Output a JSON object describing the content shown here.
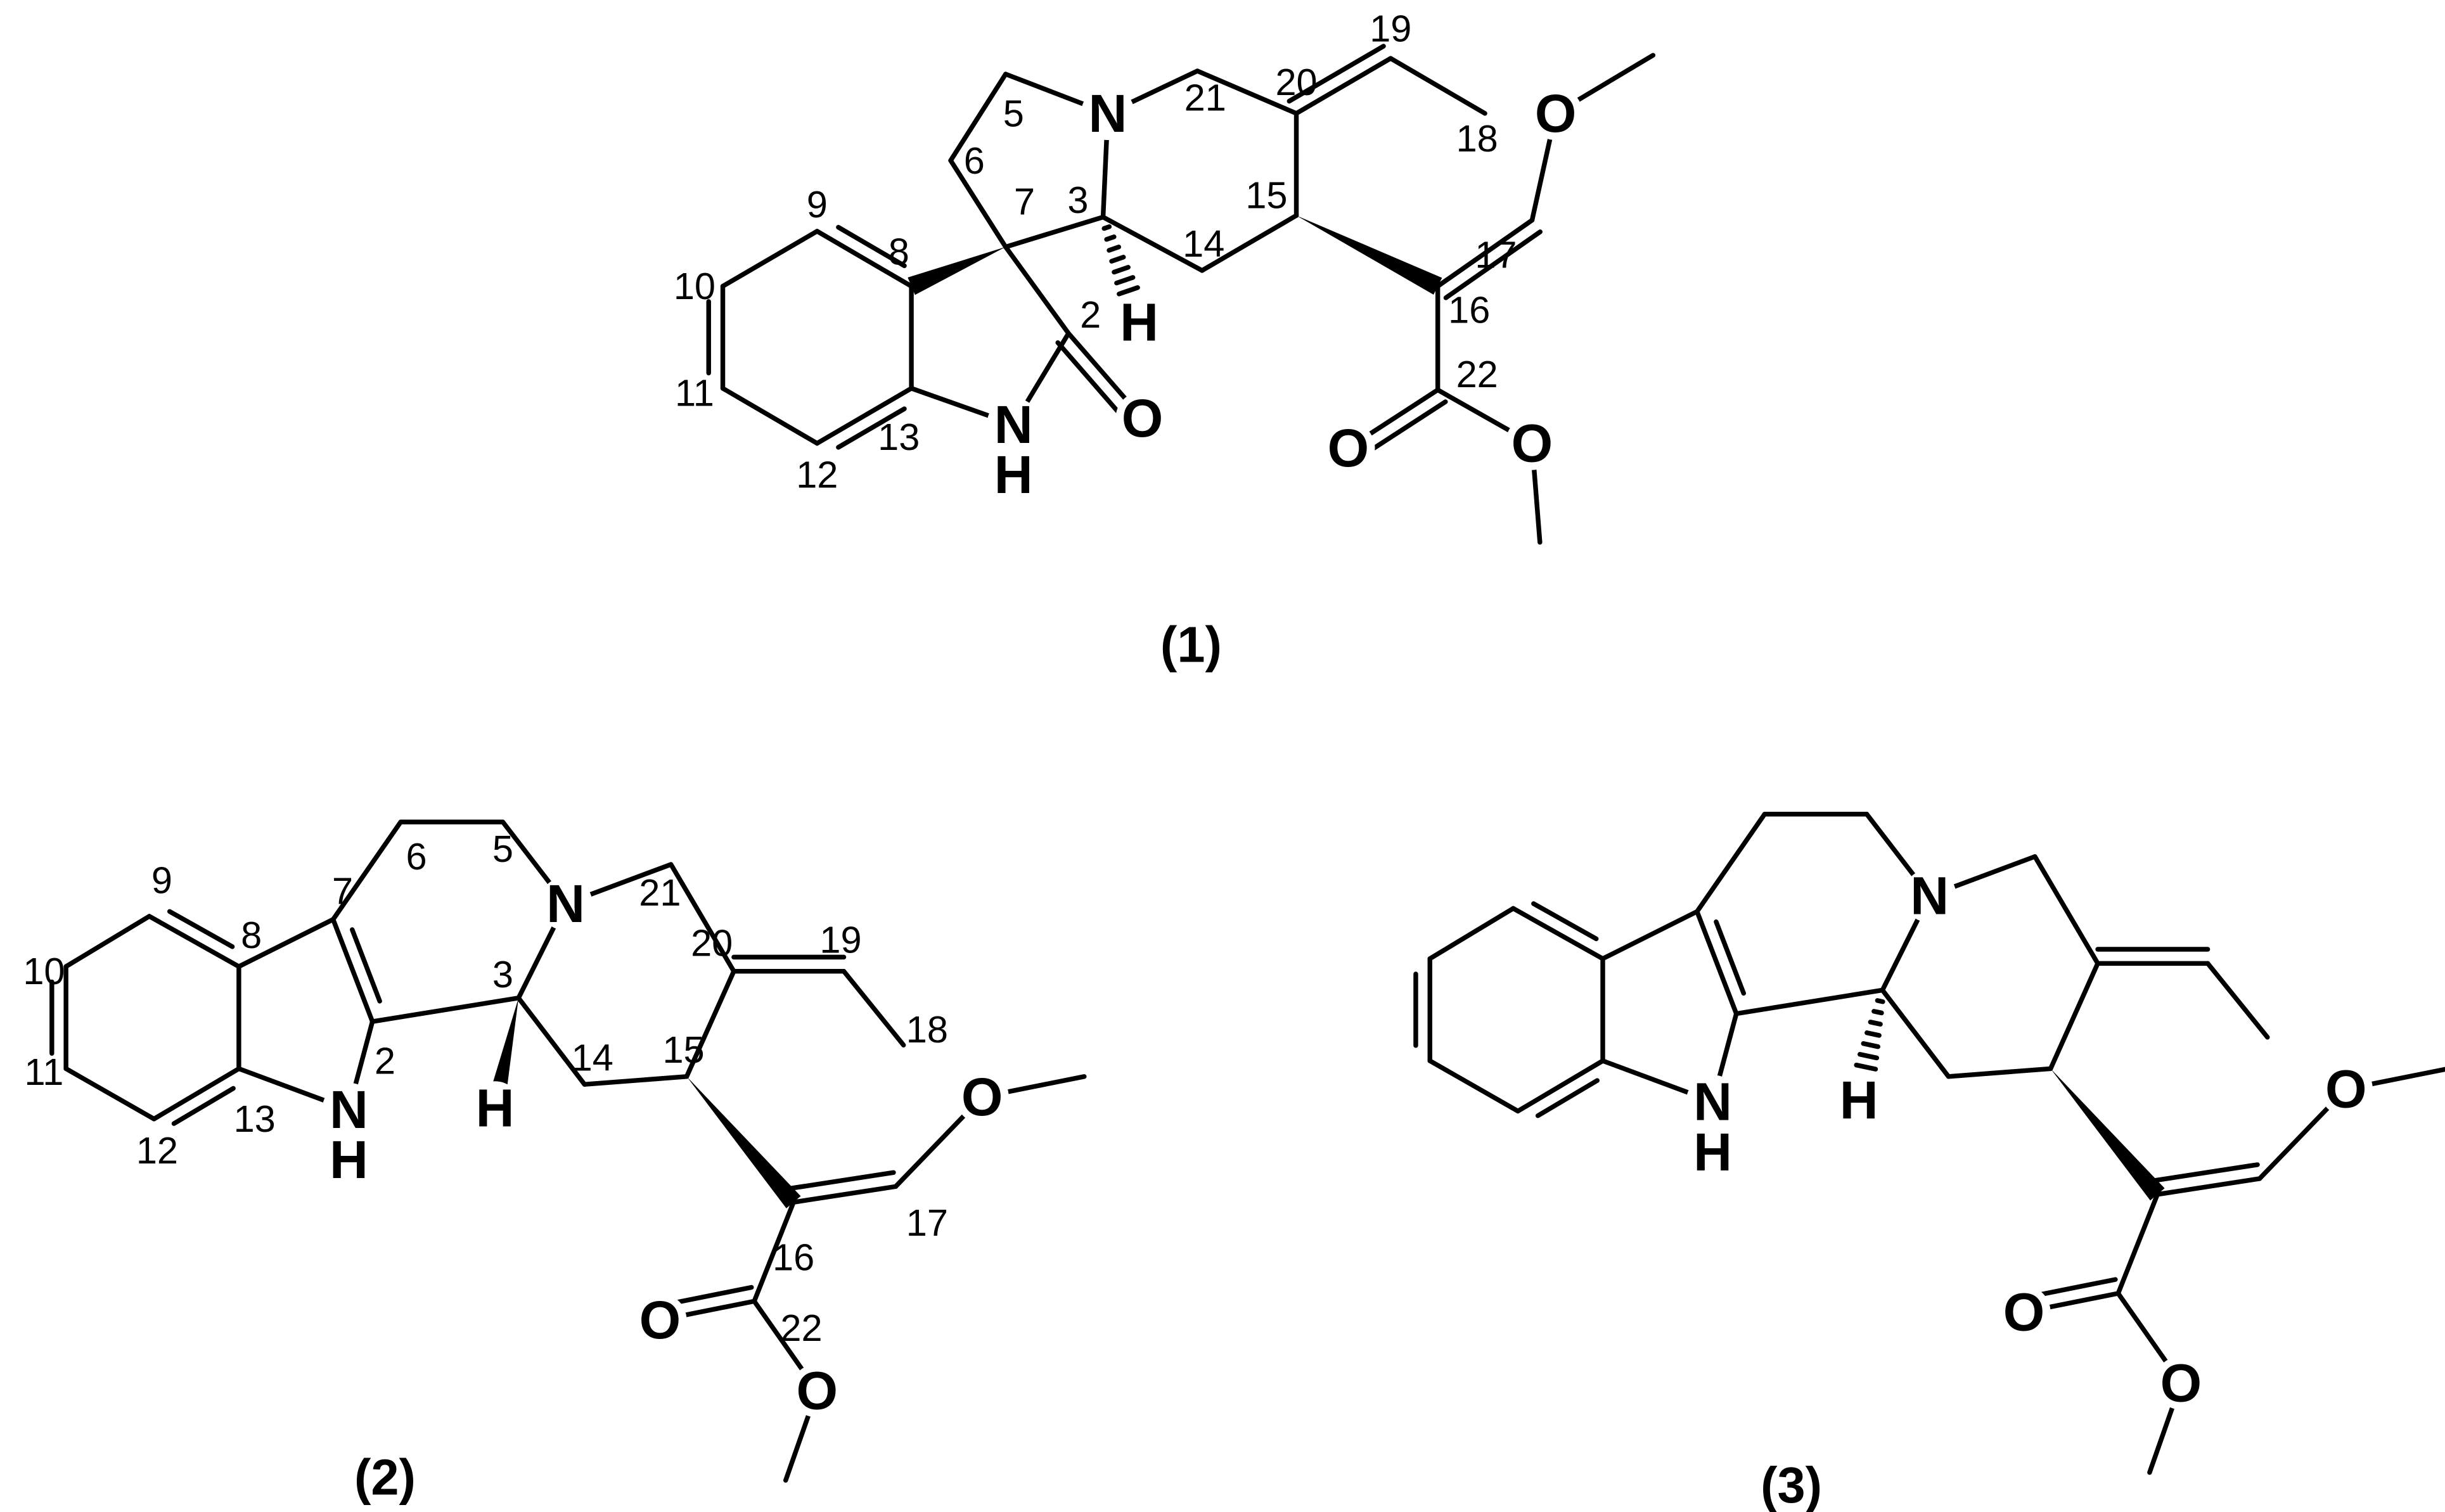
{
  "compounds": [
    {
      "caption": "(1)",
      "atom_symbols": {
        "N": "N",
        "O": "O",
        "H": "H"
      },
      "locants": [
        "19",
        "20",
        "21",
        "5",
        "6",
        "7",
        "3",
        "15",
        "14",
        "18",
        "17",
        "16",
        "22",
        "2",
        "9",
        "8",
        "10",
        "11",
        "12",
        "13"
      ]
    },
    {
      "caption": "(2)",
      "atom_symbols": {
        "N": "N",
        "O": "O",
        "H": "H"
      },
      "locants": [
        "9",
        "8",
        "7",
        "6",
        "5",
        "3",
        "14",
        "15",
        "21",
        "20",
        "19",
        "18",
        "17",
        "16",
        "22",
        "2",
        "13",
        "12",
        "11",
        "10"
      ]
    },
    {
      "caption": "(3)",
      "atom_symbols": {
        "N": "N",
        "O": "O",
        "H": "H"
      },
      "locants": []
    }
  ],
  "colors": {
    "ink": "#000000",
    "background": "#ffffff"
  }
}
